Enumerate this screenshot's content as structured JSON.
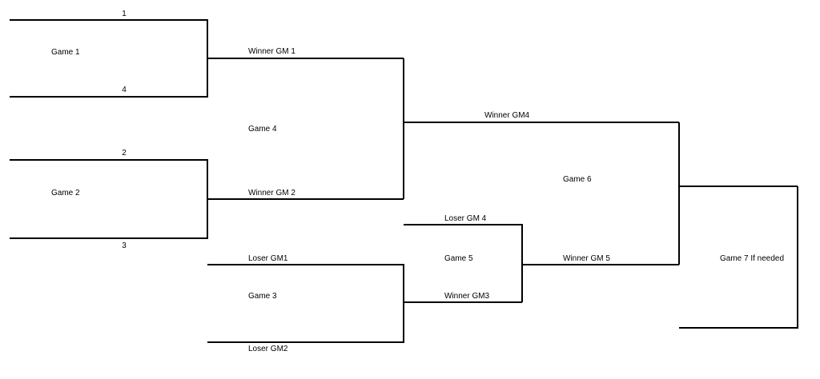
{
  "seeds": {
    "s1": "1",
    "s4": "4",
    "s2": "2",
    "s3": "3"
  },
  "games": {
    "g1": "Game 1",
    "g2": "Game 2",
    "g3": "Game 3",
    "g4": "Game 4",
    "g5": "Game 5",
    "g6": "Game 6",
    "g7": "Game 7 If needed"
  },
  "slots": {
    "winner_gm1": "Winner GM 1",
    "winner_gm2": "Winner GM 2",
    "loser_gm1": "Loser  GM1",
    "loser_gm2": "Loser GM2",
    "loser_gm4": "Loser GM 4",
    "winner_gm3": "Winner GM3",
    "winner_gm4": "Winner  GM4",
    "winner_gm5": "Winner GM 5"
  },
  "colors": {
    "line": "#000000",
    "background": "#ffffff"
  }
}
